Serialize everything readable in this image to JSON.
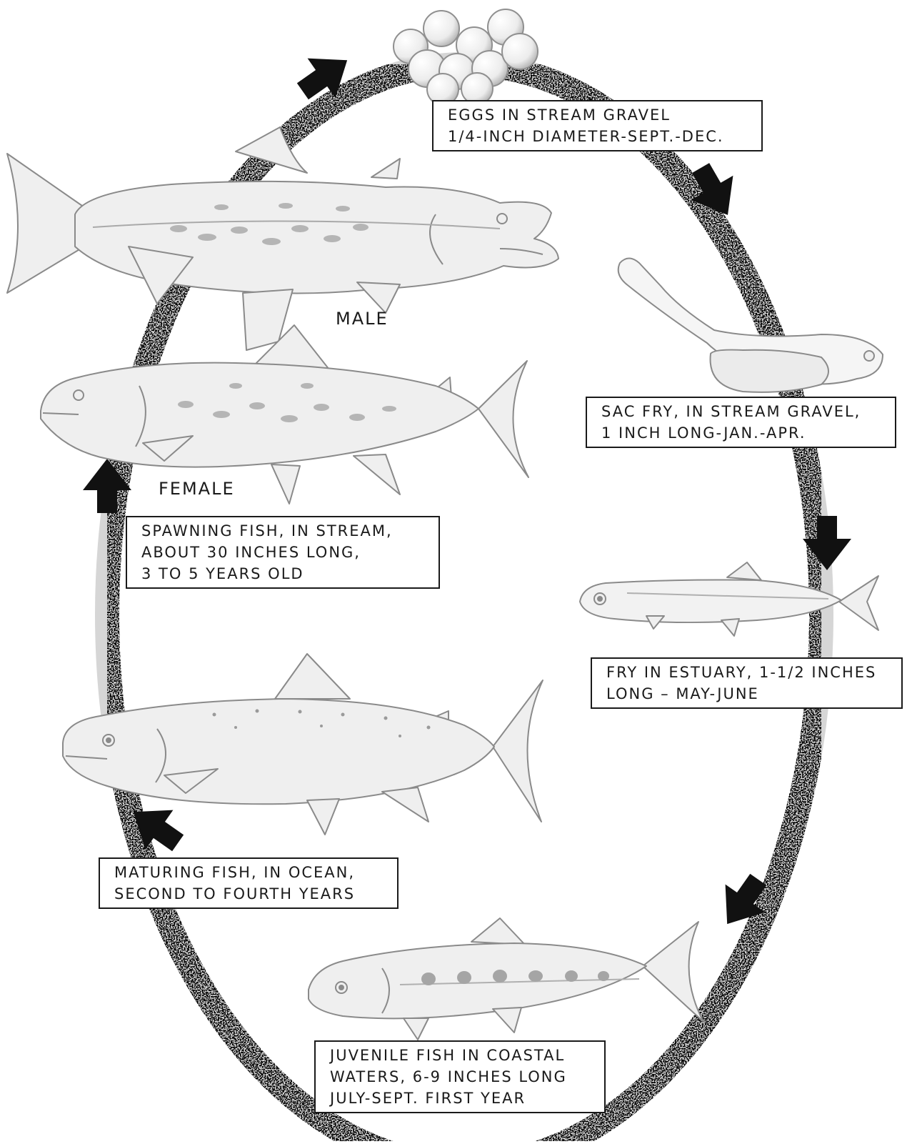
{
  "stages": {
    "eggs": {
      "lines": [
        "EGGS IN STREAM GRAVEL",
        "1/4-INCH DIAMETER-SEPT.-DEC."
      ]
    },
    "sac_fry": {
      "lines": [
        "SAC FRY, IN STREAM GRAVEL,",
        "1 INCH LONG-JAN.-APR."
      ]
    },
    "fry": {
      "lines": [
        "FRY IN ESTUARY, 1-1/2 INCHES",
        "LONG – MAY-JUNE"
      ]
    },
    "juvenile": {
      "lines": [
        "JUVENILE FISH IN COASTAL",
        "WATERS, 6-9 INCHES LONG",
        "JULY-SEPT. FIRST YEAR"
      ]
    },
    "maturing": {
      "lines": [
        "MATURING FISH, IN OCEAN,",
        "SECOND TO FOURTH YEARS"
      ]
    },
    "spawning": {
      "lines": [
        "SPAWNING FISH, IN STREAM,",
        "ABOUT 30 INCHES LONG,",
        "3 TO 5 YEARS OLD"
      ]
    }
  },
  "fish_labels": {
    "male": "MALE",
    "female": "FEMALE"
  },
  "colors": {
    "ring": "#2b2b2b",
    "arrow": "#111111",
    "fish_fill": "#efefef",
    "fish_stroke": "#8a8a8a",
    "mark": "#a9a9a9"
  }
}
